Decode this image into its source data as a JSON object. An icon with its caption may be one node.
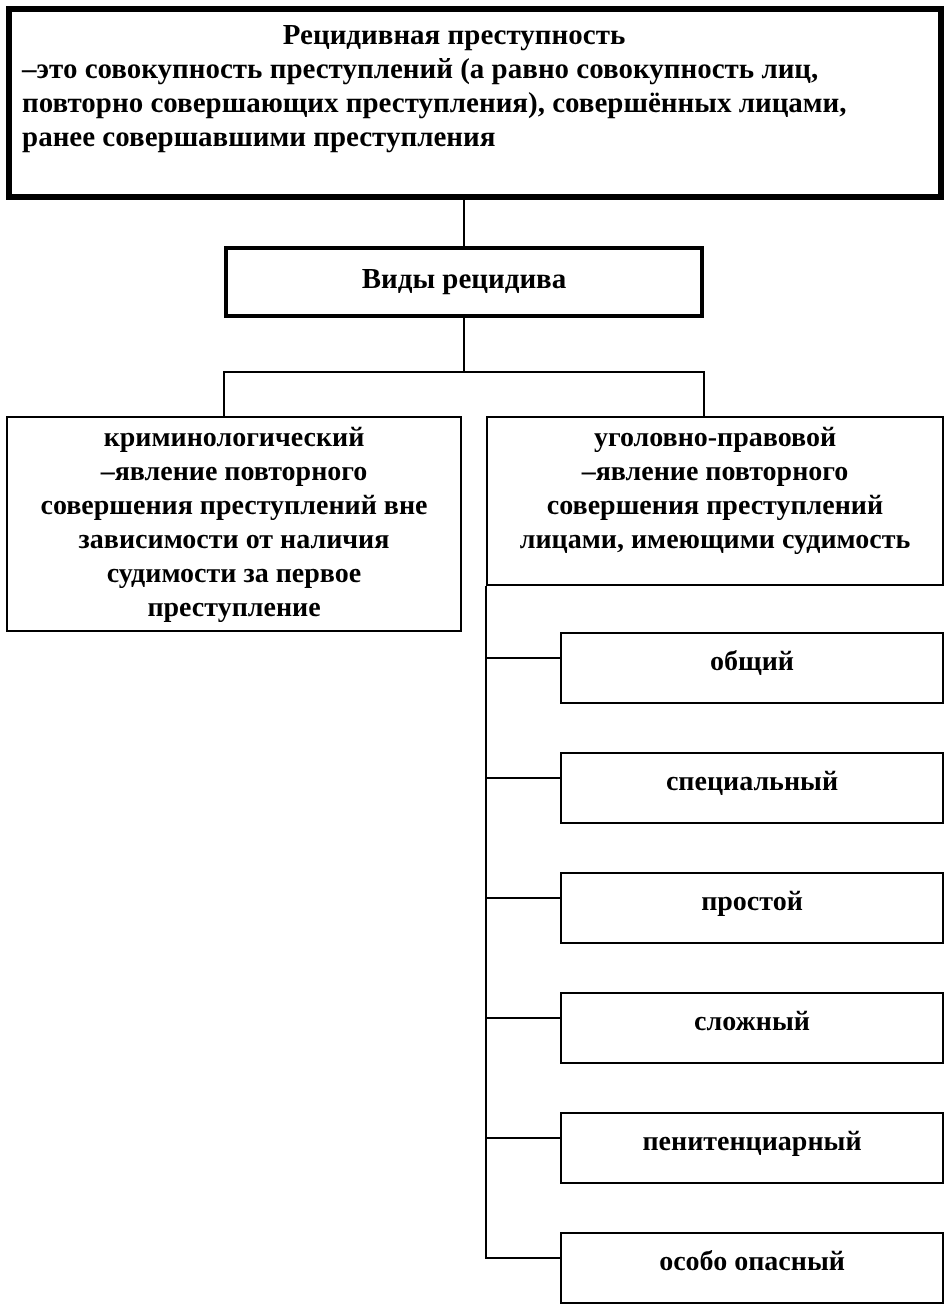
{
  "diagram": {
    "nodes": [
      {
        "text": [
          "Рецидивная преступность",
          "–это совокупность преступлений (а равно совокупность лиц, повторно совершающих преступления), совершённых лицами, ранее совершавшими преступления"
        ]
      },
      {
        "text": [
          "Виды рецидива"
        ]
      },
      {
        "text": [
          "криминологический",
          "–явление повторного совершения преступлений вне зависимости от наличия судимости за первое преступление"
        ]
      },
      {
        "text": [
          "уголовно-правовой",
          "–явление повторного совершения преступлений лицами, имеющими судимость"
        ]
      },
      {
        "text": [
          "общий"
        ]
      },
      {
        "text": [
          "специальный"
        ]
      },
      {
        "text": [
          "простой"
        ]
      },
      {
        "text": [
          "сложный"
        ]
      },
      {
        "text": [
          "пенитенциарный"
        ]
      },
      {
        "text": [
          "особо опасный"
        ]
      }
    ],
    "edges": [
      {
        "from": 0,
        "to": 1,
        "arrow": "none"
      },
      {
        "from": 1,
        "to": 2,
        "arrow": "none"
      },
      {
        "from": 1,
        "to": 3,
        "arrow": "none"
      },
      {
        "from": 3,
        "to": 4,
        "arrow": "none"
      },
      {
        "from": 3,
        "to": 5,
        "arrow": "none"
      },
      {
        "from": 3,
        "to": 6,
        "arrow": "none"
      },
      {
        "from": 3,
        "to": 7,
        "arrow": "none"
      },
      {
        "from": 3,
        "to": 8,
        "arrow": "none"
      },
      {
        "from": 3,
        "to": 9,
        "arrow": "none"
      }
    ]
  }
}
